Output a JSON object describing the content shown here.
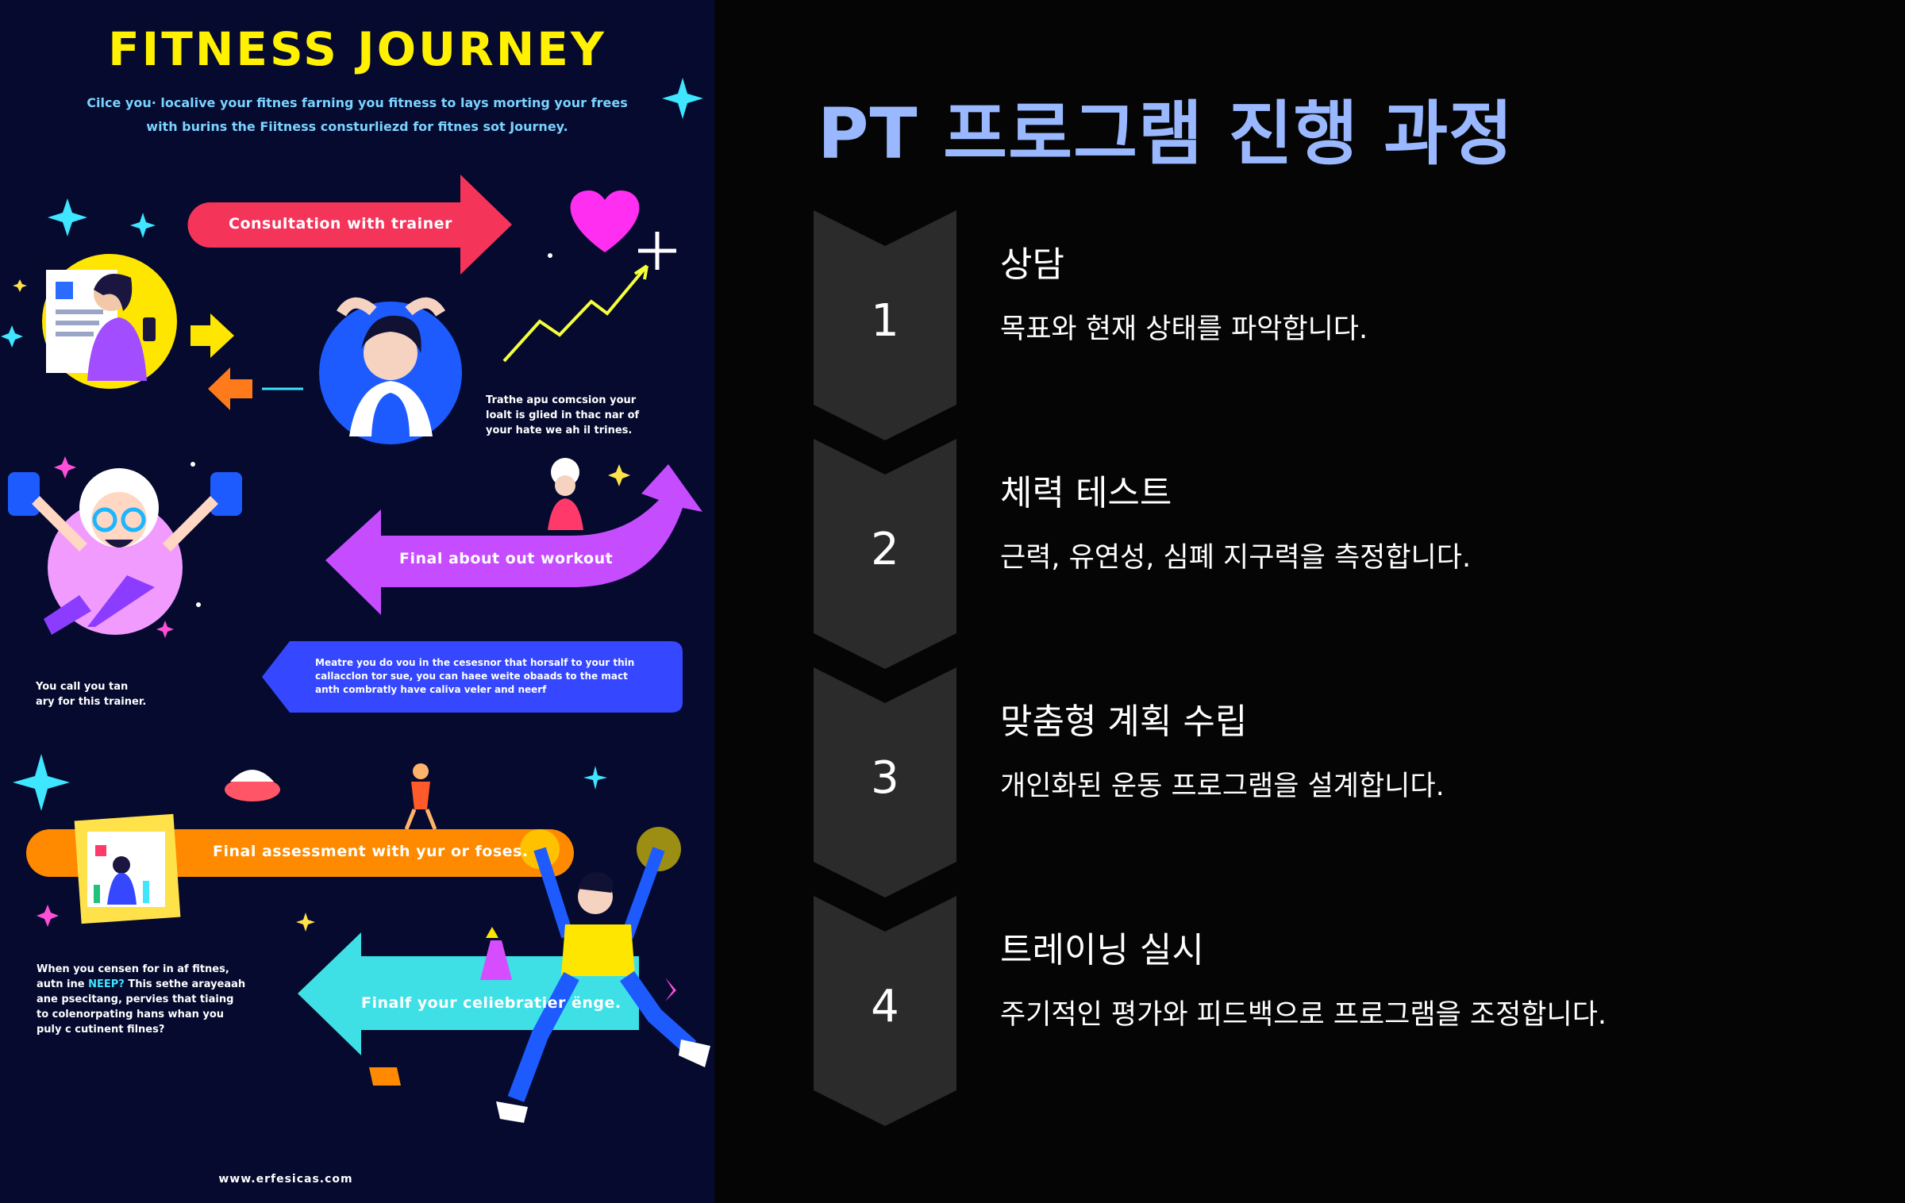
{
  "poster": {
    "title": "FITNESS JOURNEY",
    "subtitle_line1": "Cilce you· localive your fitnes farning you fitness to lays morting your frees",
    "subtitle_line2": "with burins the Fiitness consturliezd for fitnes sot Journey.",
    "step1_label": "Consultation with trainer",
    "note1_line1": "Trathe apu comcsion your",
    "note1_line2": "loalt is glied in thac nar of",
    "note1_line3": "your hate we ah il trines.",
    "step2_label": "Final about out workout",
    "note2_line1": "Meatre you do vou in the cesesnor that horsalf to your thin",
    "note2_line2": "callacclon tor sue, you can haee weite obaads to the mact",
    "note2_line3": "anth combratly have caliva veler and neerf",
    "note3_line1": "You call you tan",
    "note3_line2": "ary for this trainer.",
    "step3_label": "Final assessment with yur or foses.",
    "note4_line1": "When you censen for in af fitnes,",
    "note4_line2_a": "autn ine ",
    "note4_line2_b": "NEEP?",
    "note4_line2_c": " This sethe arayeaah",
    "note4_line3": "ane psecitang, pervies that tiaing",
    "note4_line4": "to colenorpating hans whan you",
    "note4_line5": "puly c cutinent filnes?",
    "step4_label": "Finalf your celiebratier ënge.",
    "footer": "www.erfesicas.com"
  },
  "panel": {
    "title": "PT 프로그램 진행 과정",
    "steps": [
      {
        "number": "1",
        "title": "상담",
        "desc": "목표와 현재 상태를 파악합니다."
      },
      {
        "number": "2",
        "title": "체력 테스트",
        "desc": "근력, 유연성, 심폐 지구력을 측정합니다."
      },
      {
        "number": "3",
        "title": "맞춤형 계획 수립",
        "desc": "개인화된 운동 프로그램을 설계합니다."
      },
      {
        "number": "4",
        "title": "트레이닝 실시",
        "desc": "주기적인 평가와 피드백으로 프로그램을 조정합니다."
      }
    ]
  },
  "colors": {
    "poster_bg": "#050a2e",
    "poster_title": "#fff100",
    "panel_bg": "#050505",
    "panel_title": "#9ab8ff",
    "chevron": "#2b2b2b",
    "arrow_red": "#f5345a",
    "arrow_purple": "#c64cff",
    "box_blue": "#3548ff",
    "bar_orange": "#ff8a00",
    "arrow_cyan": "#3ee0e6"
  }
}
